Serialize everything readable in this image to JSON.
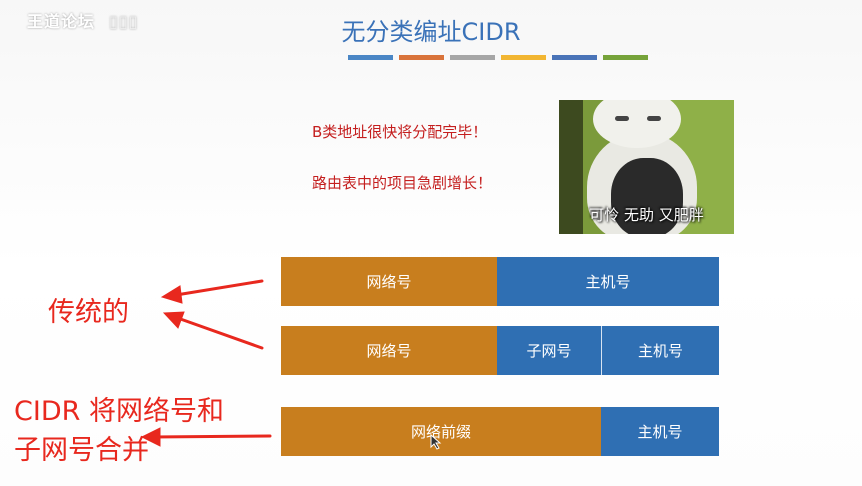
{
  "watermark": {
    "text": "王道论坛"
  },
  "slide": {
    "title": "无分类编址CIDR",
    "title_bar_colors": [
      "#4a86c5",
      "#d9733a",
      "#a6a6a6",
      "#f2b632",
      "#4a74b8",
      "#76a33a"
    ]
  },
  "intro": {
    "line1": "B类地址很快将分配完毕！",
    "line2": "路由表中的项目急剧增长！"
  },
  "meme": {
    "caption": "可怜 无助 又肥胖"
  },
  "rows": {
    "traditional_2": {
      "network": "网络号",
      "host": "主机号"
    },
    "traditional_3": {
      "network": "网络号",
      "subnet": "子网号",
      "host": "主机号"
    },
    "cidr": {
      "prefix": "网络前缀",
      "host": "主机号"
    }
  },
  "annotations": {
    "traditional": "传统的",
    "cidr_line1": "CIDR 将网络号和",
    "cidr_line2": "子网号合并"
  },
  "colors": {
    "network": "#c87e1e",
    "host": "#2f6fb3",
    "annotation": "#e8281e",
    "title": "#3a72b8"
  }
}
